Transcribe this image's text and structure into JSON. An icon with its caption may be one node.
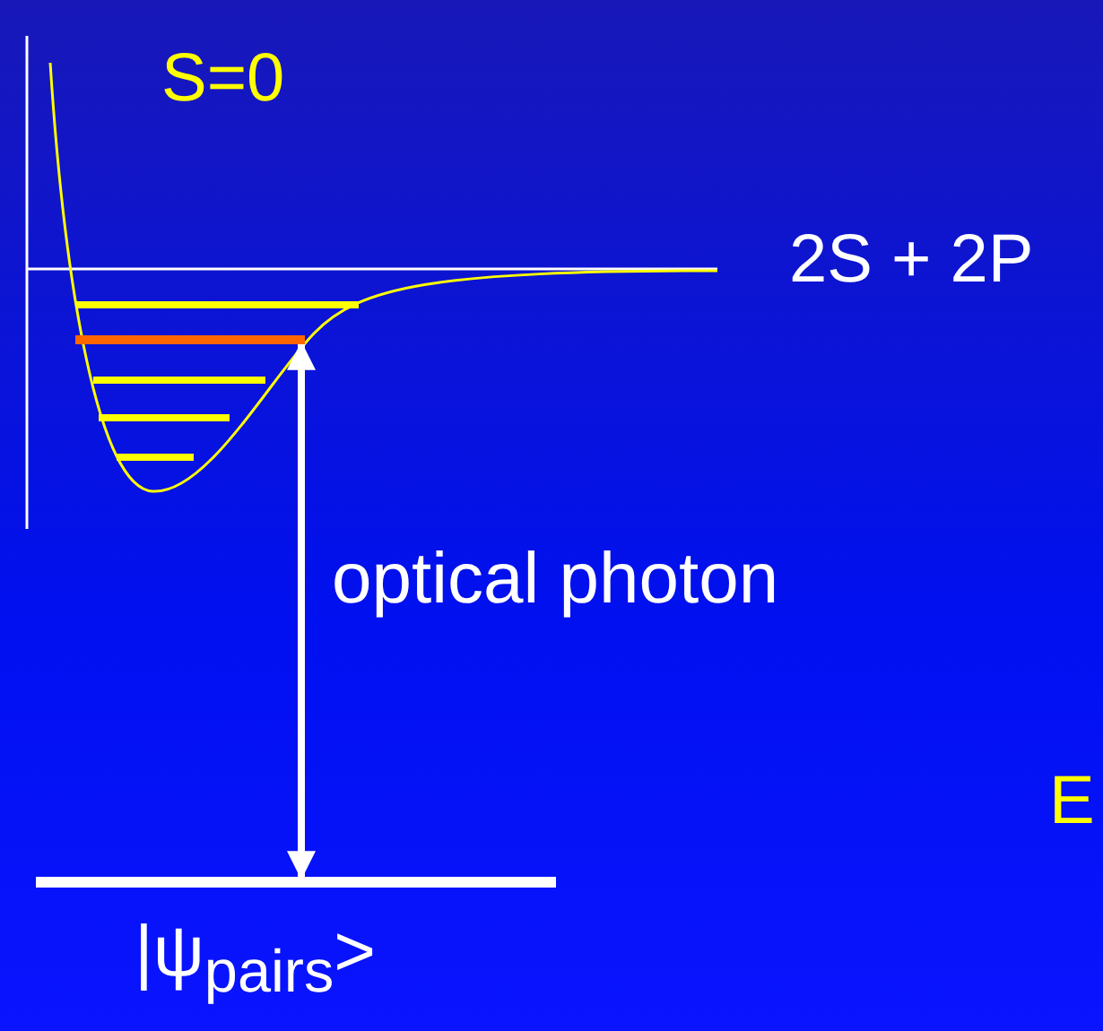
{
  "diagram": {
    "nodes": [
      {
        "text": [],
        "shape": "bar"
      },
      {
        "text": [
          "|ψ$_{pairs}$>"
        ]
      }
    ],
    "edges": [
      {
        "from": 1,
        "to": 0,
        "arrow": "both",
        "label": "optical photon"
      }
    ],
    "labels": [
      "S=0",
      "2S + 2P",
      "E"
    ]
  }
}
